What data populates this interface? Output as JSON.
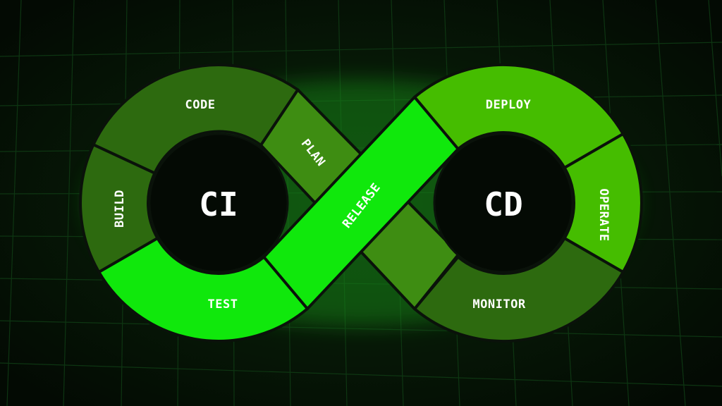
{
  "diagram": {
    "left_loop": {
      "center": "CI",
      "segments": [
        "CODE",
        "BUILD",
        "TEST",
        "PLAN"
      ]
    },
    "right_loop": {
      "center": "CD",
      "segments": [
        "DEPLOY",
        "OPERATE",
        "MONITOR",
        "RELEASE"
      ]
    }
  },
  "colors": {
    "background": "#041004",
    "grid": "#0f3a14",
    "dark_green": "#2d6a0f",
    "mid_green": "#3e8d12",
    "lime_green": "#45bd00",
    "bright_green": "#10e80c",
    "outline": "#0a120a"
  }
}
